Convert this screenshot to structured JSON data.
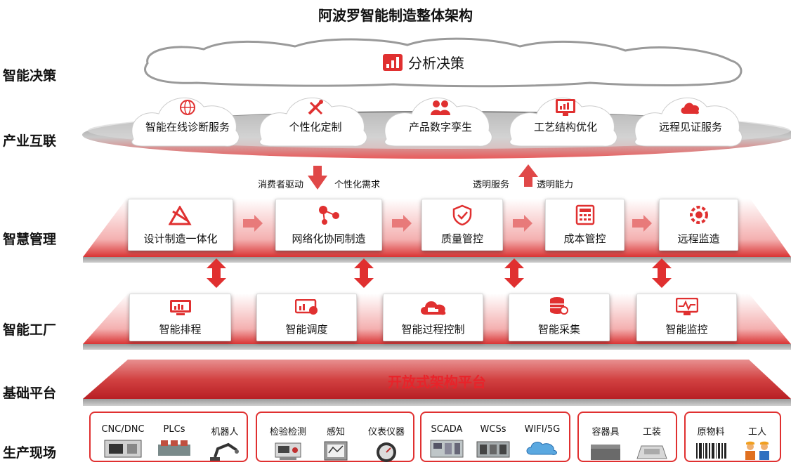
{
  "title": "阿波罗智能制造整体架构",
  "layers": {
    "decision": "智能决策",
    "industry": "产业互联",
    "management": "智慧管理",
    "factory": "智能工厂",
    "base": "基础平台",
    "field": "生产现场"
  },
  "decision_cloud": {
    "label": "分析决策"
  },
  "industry_items": [
    "智能在线诊断服务",
    "个性化定制",
    "产品数字孪生",
    "工艺结构优化",
    "远程见证服务"
  ],
  "flow_labels": {
    "consumer": "消费者驱动",
    "demand": "个性化需求",
    "service": "透明服务",
    "capability": "透明能力"
  },
  "management_items": [
    "设计制造一体化",
    "网络化协同制造",
    "质量管控",
    "成本管控",
    "远程监造"
  ],
  "factory_items": [
    "智能排程",
    "智能调度",
    "智能过程控制",
    "智能采集",
    "智能监控"
  ],
  "base_platform": "开放式架构平台",
  "field_groups": [
    {
      "items": [
        "CNC/DNC",
        "PLCs",
        "机器人"
      ]
    },
    {
      "items": [
        "检验检测",
        "感知",
        "仪表仪器"
      ]
    },
    {
      "items": [
        "SCADA",
        "WCSs",
        "WIFI/5G"
      ]
    },
    {
      "items": [
        "容器具",
        "工装"
      ]
    },
    {
      "items": [
        "原物料",
        "工人"
      ]
    }
  ],
  "colors": {
    "accent": "#e03030",
    "dark_red": "#c0292e",
    "grey": "#8a8a8a"
  }
}
